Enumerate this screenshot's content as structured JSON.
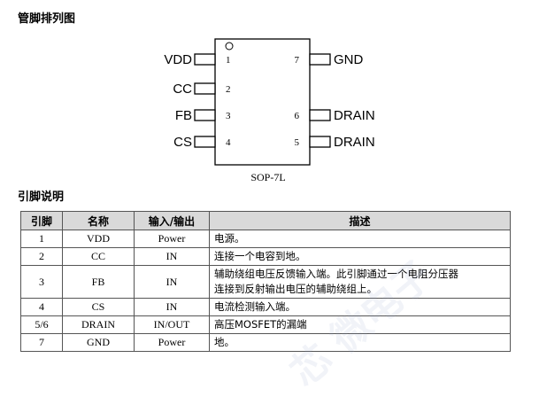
{
  "sections": {
    "pinout_title": "管脚排列图",
    "description_title": "引脚说明"
  },
  "package": {
    "name": "SOP-7L",
    "left_pins": [
      {
        "number": "1",
        "label": "VDD"
      },
      {
        "number": "2",
        "label": "CC"
      },
      {
        "number": "3",
        "label": "FB"
      },
      {
        "number": "4",
        "label": "CS"
      }
    ],
    "right_pins": [
      {
        "number": "7",
        "label": "GND"
      },
      {
        "number": "6",
        "label": "DRAIN"
      },
      {
        "number": "5",
        "label": "DRAIN"
      }
    ]
  },
  "table": {
    "headers": [
      "引脚",
      "名称",
      "输入/输出",
      "描述"
    ],
    "rows": [
      {
        "pin": "1",
        "name": "VDD",
        "io": "Power",
        "desc": [
          "电源。"
        ]
      },
      {
        "pin": "2",
        "name": "CC",
        "io": "IN",
        "desc": [
          "连接一个电容到地。"
        ]
      },
      {
        "pin": "3",
        "name": "FB",
        "io": "IN",
        "desc": [
          "辅助绕组电压反馈输入端。此引脚通过一个电阻分压器",
          "连接到反射输出电压的辅助绕组上。"
        ]
      },
      {
        "pin": "4",
        "name": "CS",
        "io": "IN",
        "desc": [
          "电流检测输入端。"
        ]
      },
      {
        "pin": "5/6",
        "name": "DRAIN",
        "io": "IN/OUT",
        "desc": [
          "高压MOSFET的漏端"
        ]
      },
      {
        "pin": "7",
        "name": "GND",
        "io": "Power",
        "desc": [
          "地。"
        ]
      }
    ]
  },
  "watermark": "芯 微电子"
}
